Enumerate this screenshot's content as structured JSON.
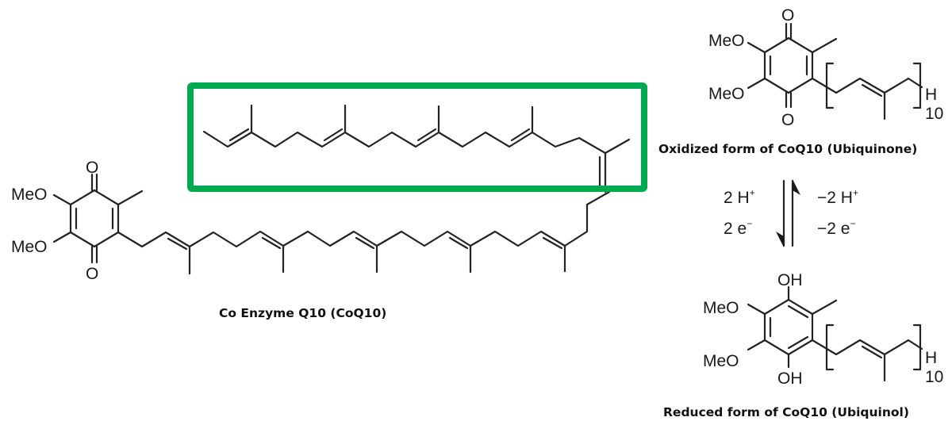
{
  "main_structure": {
    "caption": "Co Enzyme Q10 (CoQ10)",
    "substituent_upper": "MeO",
    "substituent_lower": "MeO",
    "carbonyl_top": "O",
    "carbonyl_bottom": "O",
    "highlight_color": "#00A94F",
    "highlight_description": "isoprenoid tail segment"
  },
  "oxidized": {
    "caption": "Oxidized form of CoQ10  (Ubiquinone)",
    "substituent_upper": "MeO",
    "substituent_lower": "MeO",
    "carbonyl_top": "O",
    "carbonyl_bottom": "O",
    "end_group": "H",
    "repeat_count": "10"
  },
  "reaction": {
    "forward_top": "2 H",
    "forward_top_sup": "+",
    "forward_bottom": "2 e",
    "forward_bottom_sup": "−",
    "reverse_top": "−2 H",
    "reverse_top_sup": "+",
    "reverse_bottom": "−2 e",
    "reverse_bottom_sup": "−"
  },
  "reduced": {
    "caption": "Reduced form of CoQ10  (Ubiquinol)",
    "substituent_upper": "MeO",
    "substituent_lower": "MeO",
    "hydroxyl_top": "OH",
    "hydroxyl_bottom": "OH",
    "end_group": "H",
    "repeat_count": "10"
  }
}
